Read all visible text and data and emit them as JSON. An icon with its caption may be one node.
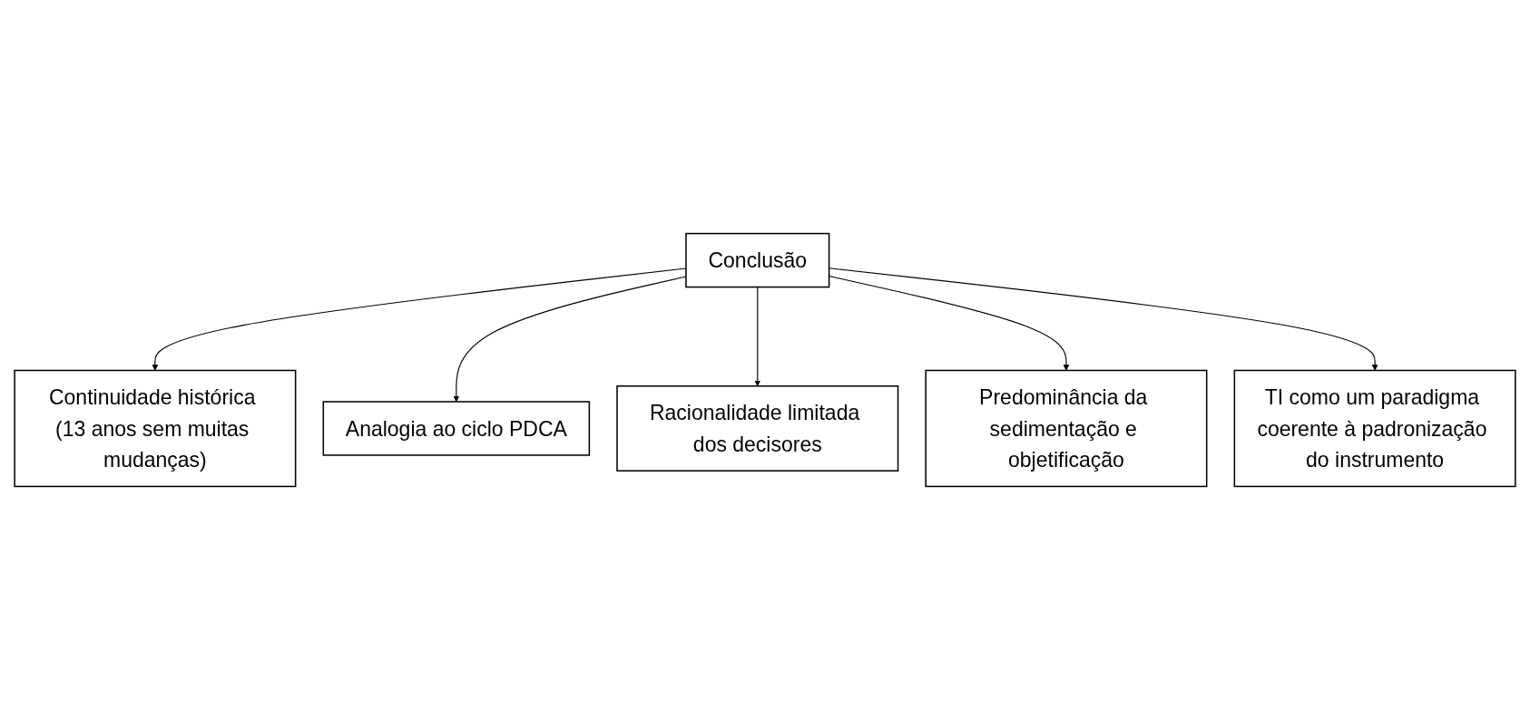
{
  "diagram": {
    "nodes": [
      {
        "text": [
          "Continuidade histórica (13 anos sem muitas mudanças)"
        ]
      },
      {
        "text": [
          "Analogia ao ciclo PDCA"
        ]
      },
      {
        "text": [
          "Racionalidade limitada dos decisores"
        ]
      },
      {
        "text": [
          "Predominância da sedimentação e objetificação"
        ]
      },
      {
        "text": [
          "Conclusão"
        ]
      },
      {
        "text": [
          "TI como um paradigma coerente à padronização do instrumento"
        ]
      }
    ],
    "edges": [
      {
        "from": 4,
        "to": 0,
        "arrow": "to"
      },
      {
        "from": 4,
        "to": 1,
        "arrow": "to"
      },
      {
        "from": 4,
        "to": 2,
        "arrow": "to"
      },
      {
        "from": 4,
        "to": 3,
        "arrow": "to"
      },
      {
        "from": 4,
        "to": 5,
        "arrow": "to"
      }
    ]
  }
}
